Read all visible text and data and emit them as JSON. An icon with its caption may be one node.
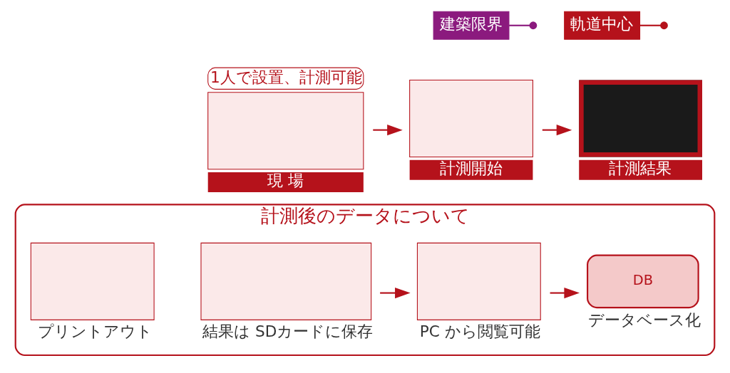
{
  "diagram": {
    "nodes": [
      {
        "text": [
          "現 場"
        ],
        "beside": [
          "1人で設置、計測可能"
        ]
      },
      {
        "text": [
          "計測開始"
        ]
      },
      {
        "text": [
          "軌道中心"
        ]
      },
      {
        "text": [
          "建築限界"
        ]
      },
      {
        "text": [
          "計測結果"
        ]
      },
      {
        "text": [
          "計測後のデータについて"
        ]
      },
      {
        "text": [
          "結果は SDカードに保存"
        ],
        "in": 5
      },
      {
        "text": [
          "PC から閲覧可能"
        ],
        "in": 5
      },
      {
        "text": [
          "DB",
          "データベース化"
        ],
        "in": 5
      },
      {
        "text": [
          "プリントアウト"
        ],
        "in": 5
      }
    ],
    "edges": [
      {
        "from": 0,
        "to": 1,
        "arrow": "to"
      },
      {
        "from": 1,
        "to": 4,
        "arrow": "to"
      },
      {
        "from": 2,
        "to": null,
        "arrow": "other"
      },
      {
        "from": 3,
        "to": null,
        "arrow": "other",
        "color": "#8b1a7e"
      },
      {
        "from": 6,
        "to": 7,
        "arrow": "to"
      },
      {
        "from": 7,
        "to": 8,
        "arrow": "to"
      }
    ]
  }
}
